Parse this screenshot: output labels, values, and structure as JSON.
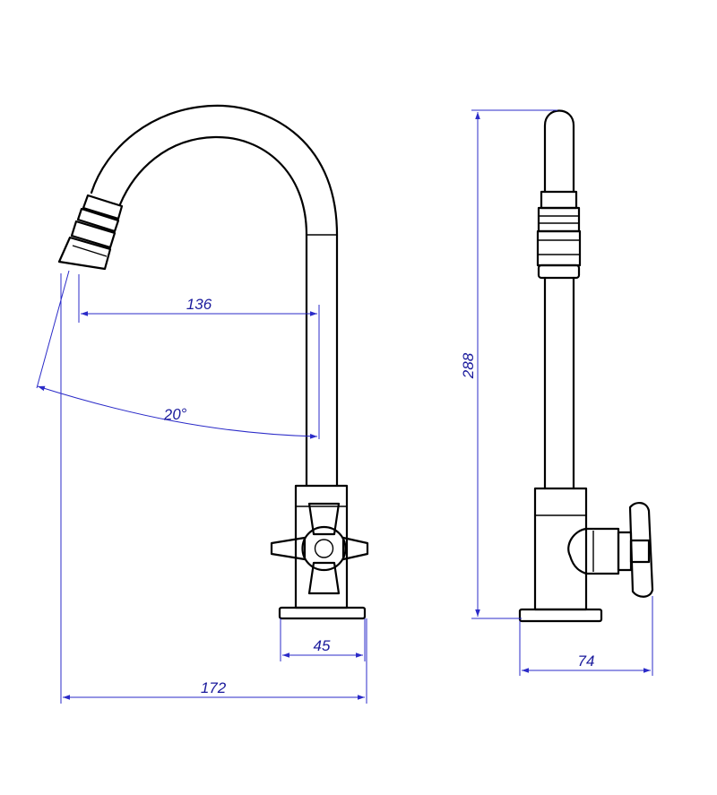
{
  "colors": {
    "outline": "#000000",
    "dimension_line": "#2b2bc8",
    "dimension_text": "#1a1a9c",
    "background": "#ffffff"
  },
  "dimensions": {
    "spout_reach": "136",
    "swing_angle": "20°",
    "base_width": "45",
    "overall_reach": "172",
    "overall_height": "288",
    "side_depth": "74"
  }
}
